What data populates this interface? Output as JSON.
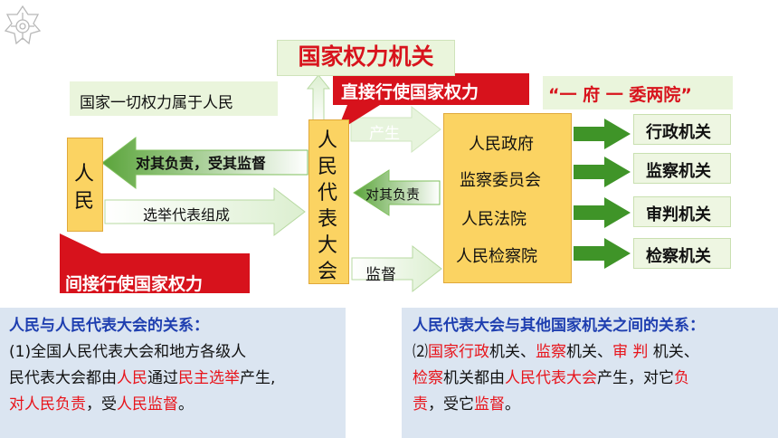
{
  "top_title": "国家权力机关",
  "all_power_box": "国家一切权力属于人民",
  "direct_power_banner": "直接行使国家权力",
  "indirect_power_banner": "间接行使国家权力",
  "one_gov_label": "“一 府 一 委两院”",
  "people_box": [
    "人",
    "民"
  ],
  "npc_box": [
    "人",
    "民",
    "代",
    "表",
    "大",
    "会"
  ],
  "arrow_labels": {
    "responsible": "对其负责，受其监督",
    "elect": "选举代表组成",
    "produce": "产生",
    "answer": "对其负责",
    "supervise": "监督"
  },
  "org_list": [
    "人民政府",
    "监察委员会",
    "人民法院",
    "人民检察院"
  ],
  "org_types": [
    "行政机关",
    "监察机关",
    "审判机关",
    "检察机关"
  ],
  "left_panel": {
    "heading": "人民与人民代表大会的关系：",
    "line1": "(1)全国人民代表大会和地方各级人",
    "line2_a": "民代表大会都由",
    "line2_b": "人民",
    "line2_c": "通过",
    "line2_d": "民主选举",
    "line2_e": "产生,",
    "line3_a": "对人民负责",
    "line3_b": "，受",
    "line3_c": "人民监督",
    "line3_d": "。"
  },
  "right_panel": {
    "heading": "人民代表大会与其他国家机关之间的关系：",
    "line1_a": "⑵",
    "line1_b": "国家行政",
    "line1_c": "机关、",
    "line1_d": "监察",
    "line1_e": "机关、",
    "line1_f": "审 判",
    "line1_g": " 机关、",
    "line2_a": "检察",
    "line2_b": "机关都由",
    "line2_c": "人民代表大会",
    "line2_d": "产生，对它",
    "line2_e": "负",
    "line3_a": "责",
    "line3_b": "，受它",
    "line3_c": "监督",
    "line3_d": "。"
  },
  "colors": {
    "banner_red": "#d7121c",
    "arrow_green": "#3f9428",
    "box_yellow": "#fbd362",
    "panel_blue": "#dbe5f1",
    "title_green_bg": "#eaf5dc",
    "title_red_text": "#d8141d",
    "emphasis_red": "#e8141b"
  },
  "icons": {
    "corner_logo": "ornament-icon"
  }
}
